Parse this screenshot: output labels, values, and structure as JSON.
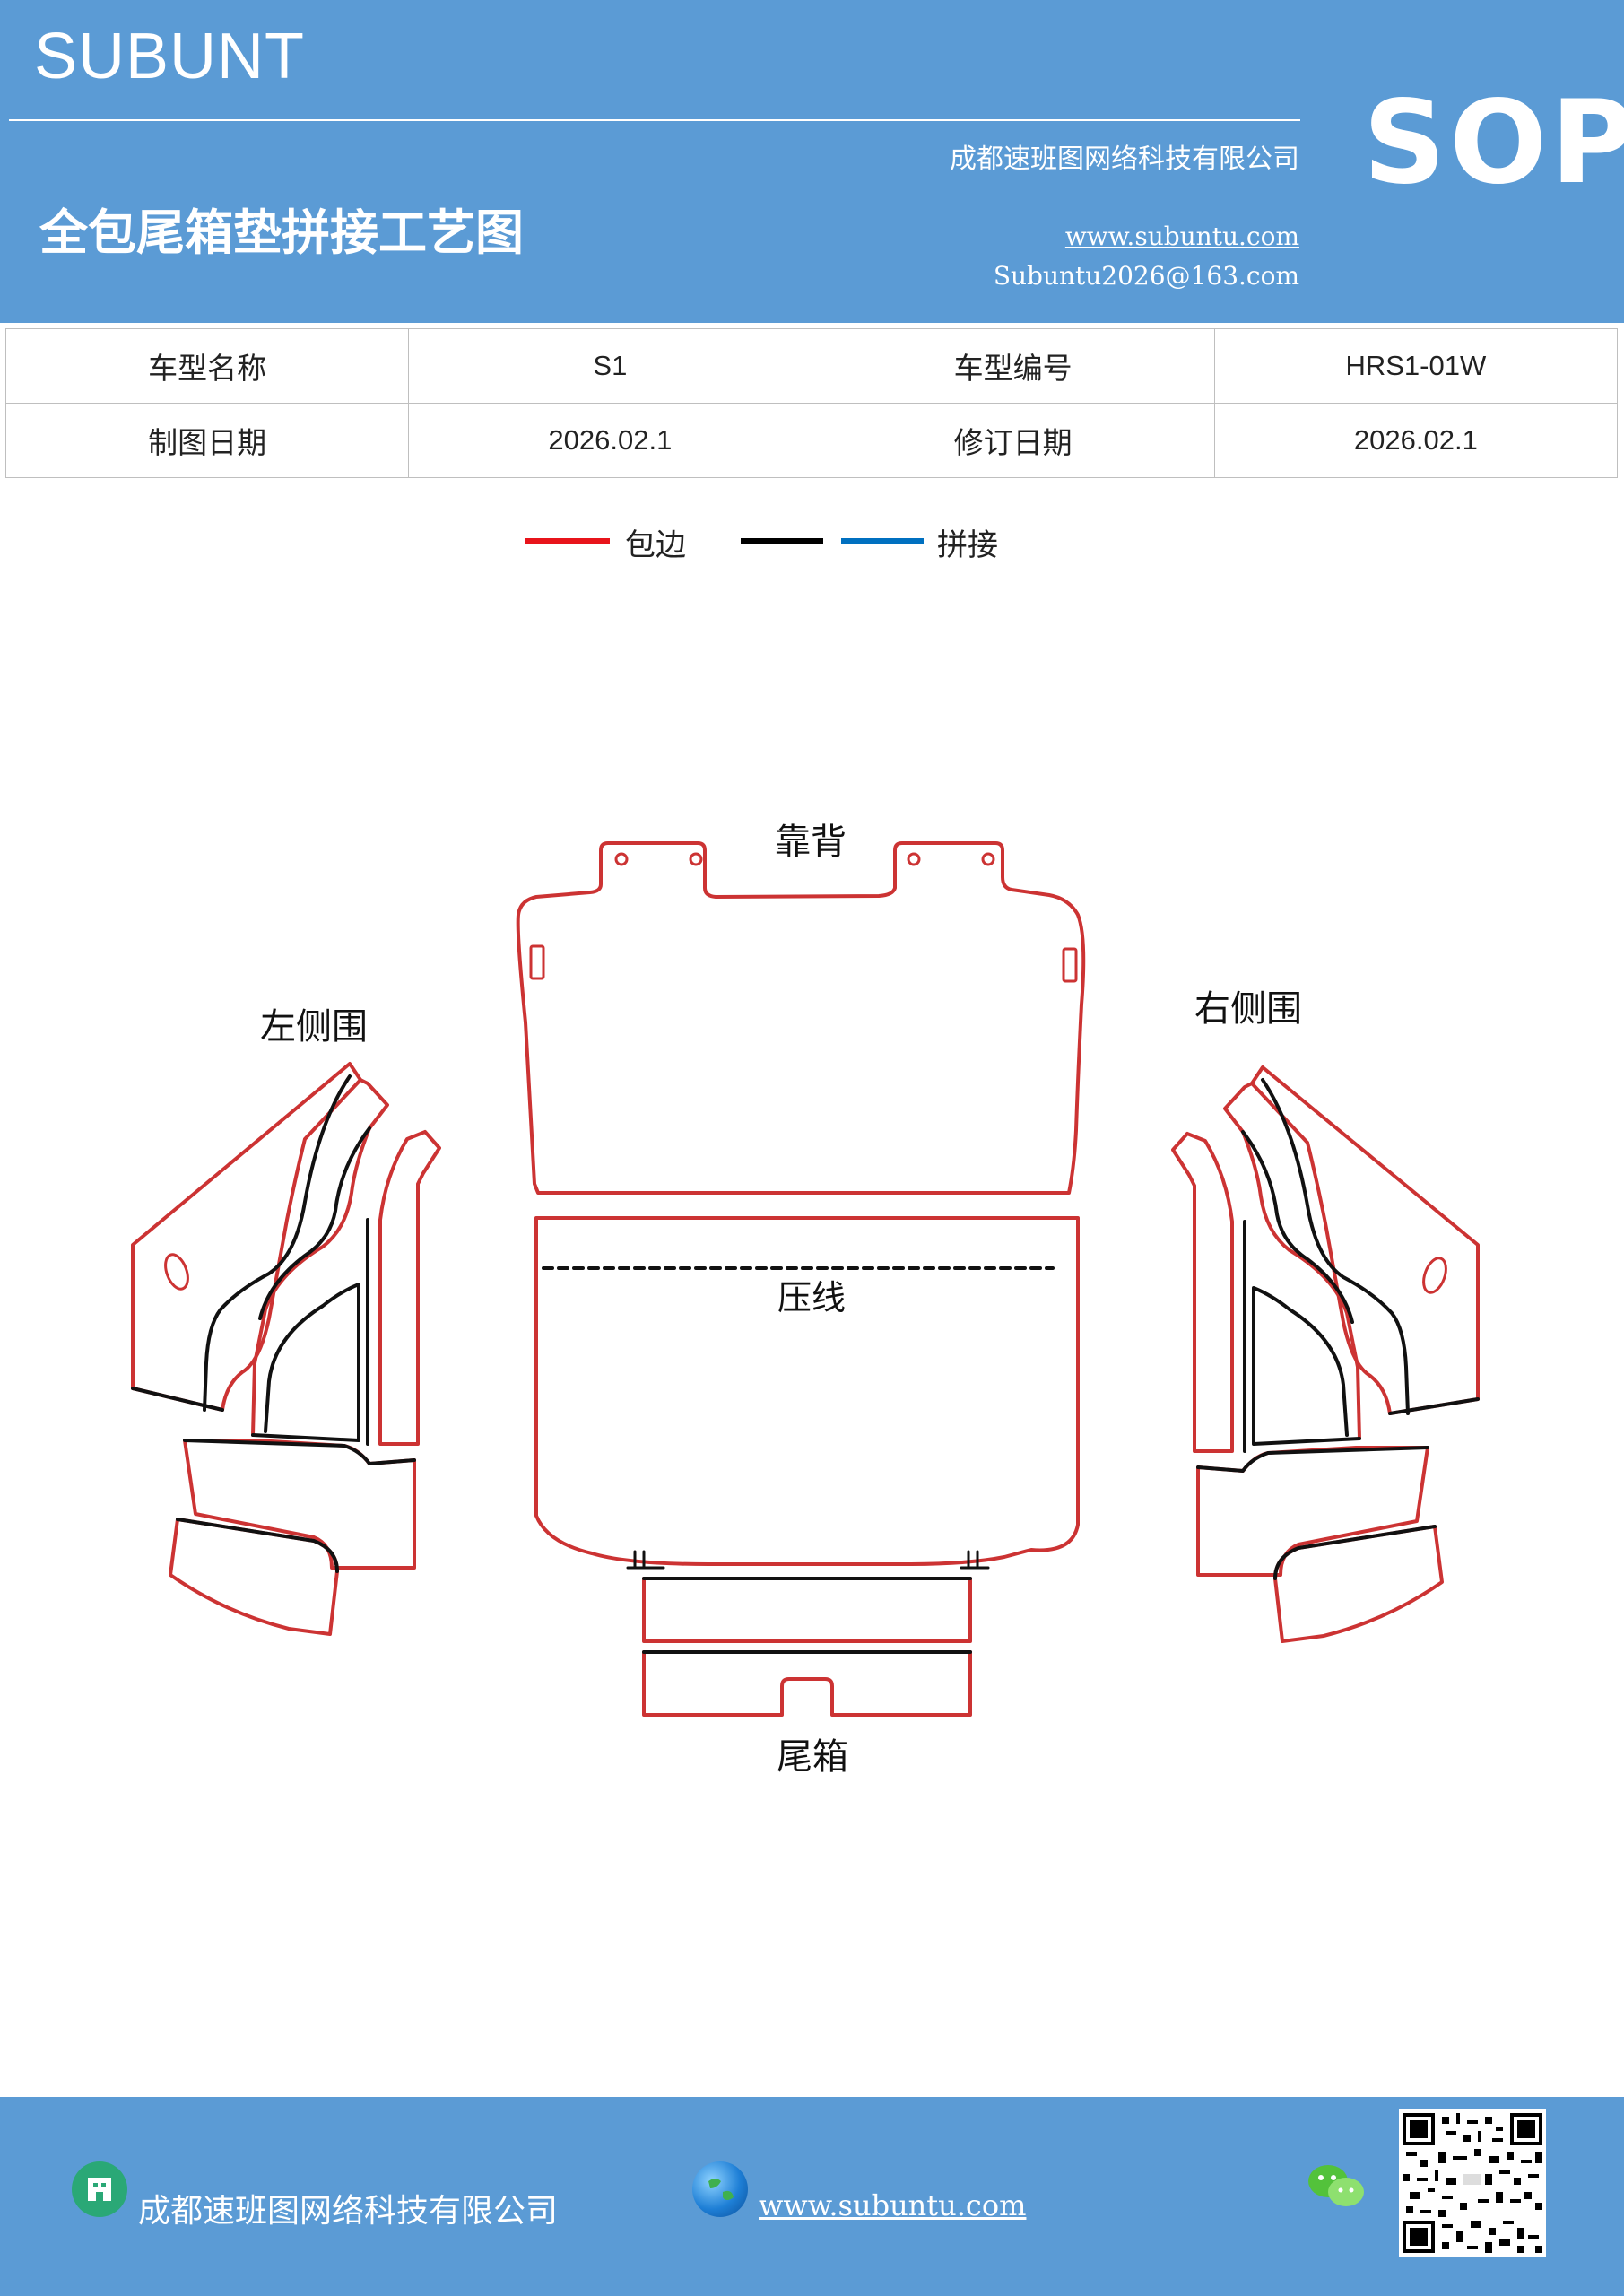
{
  "header": {
    "brand": "SUBUNT",
    "badge": "SOP",
    "company": "成都速班图网络科技有限公司",
    "title": "全包尾箱垫拼接工艺图",
    "website": "www.subuntu.com",
    "email": "Subuntu2026@163.com",
    "background_color": "#5b9bd5"
  },
  "info_table": {
    "rows": [
      [
        {
          "label": "车型名称"
        },
        {
          "value": "S1"
        },
        {
          "label": "车型编号"
        },
        {
          "value": "HRS1-01W"
        }
      ],
      [
        {
          "label": "制图日期"
        },
        {
          "value": "2026.02.1"
        },
        {
          "label": "修订日期"
        },
        {
          "value": "2026.02.1"
        }
      ]
    ]
  },
  "legend": {
    "items": [
      {
        "color": "#e8141b",
        "label": "包边"
      },
      {
        "color": "#000000",
        "label": ""
      },
      {
        "color": "#0070c0",
        "label": "拼接"
      }
    ]
  },
  "diagram": {
    "labels": {
      "backrest": "靠背",
      "left_side": "左侧围",
      "right_side": "右侧围",
      "crease": "压线",
      "trunk": "尾箱"
    },
    "colors": {
      "edge_binding": "#cc3333",
      "seam": "#111111"
    }
  },
  "footer": {
    "company": "成都速班图网络科技有限公司",
    "website": "www.subuntu.com",
    "icons": [
      "building-icon",
      "globe-icon",
      "wechat-icon",
      "qr-code"
    ]
  }
}
